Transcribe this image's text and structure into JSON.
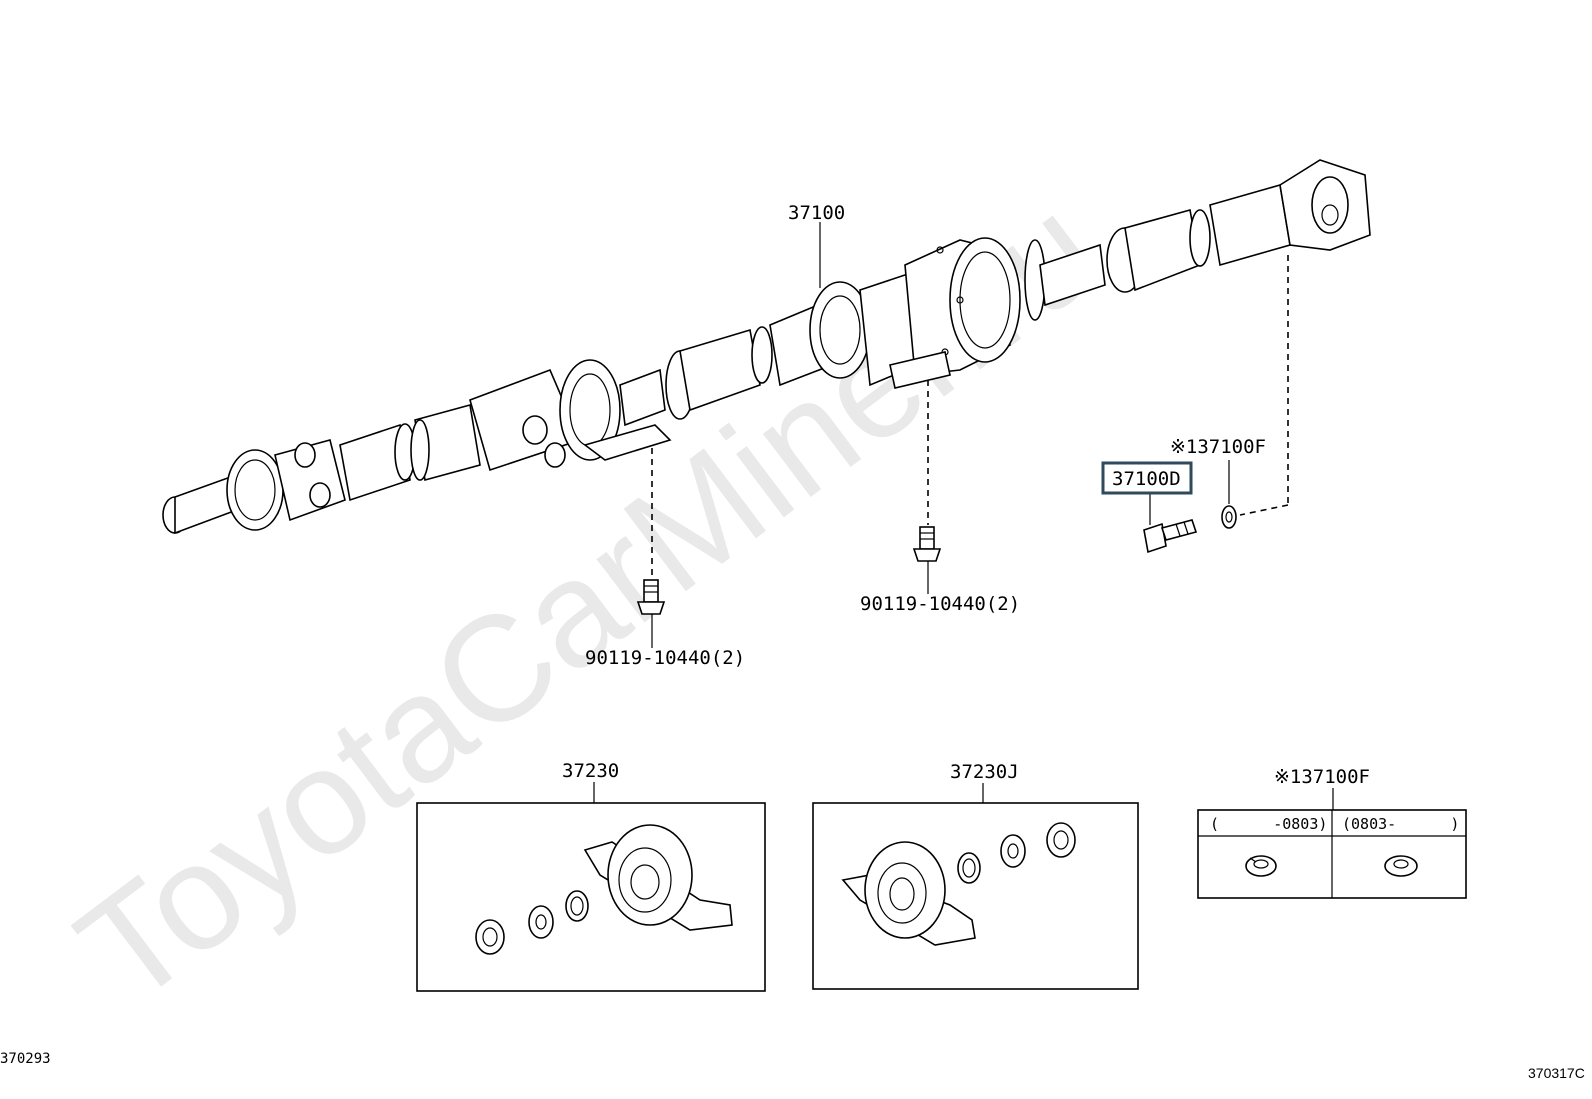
{
  "watermark": "ToyotaCarMiner.ru",
  "callouts": {
    "propeller_shaft": "37100",
    "bolt_highlighted": "37100D",
    "washer_ref": "※137100F",
    "bolt_center_support_left": "90119-10440(2)",
    "bolt_center_support_right": "90119-10440(2)",
    "bearing_kit_1": "37230",
    "bearing_kit_2": "37230J",
    "washer_table_title": "※137100F"
  },
  "washer_table": {
    "col1_header": "(      -0803)",
    "col2_header": "(0803-      )"
  },
  "codes": {
    "bottom_left": "370293",
    "bottom_right": "370317C"
  }
}
